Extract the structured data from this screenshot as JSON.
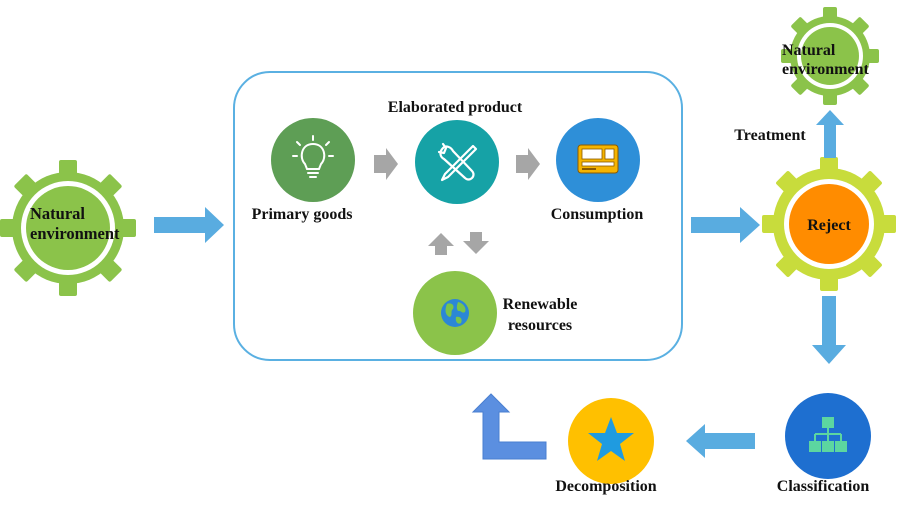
{
  "nodes": {
    "natural_env_left": {
      "label_lines": [
        "Natural",
        "environment"
      ]
    },
    "natural_env_top": {
      "label_lines": [
        "Natural",
        "environment"
      ]
    },
    "primary_goods": {
      "label": "Primary goods",
      "icon": "lightbulb-icon"
    },
    "elaborated_product": {
      "label": "Elaborated product",
      "icon": "tools-icon"
    },
    "consumption": {
      "label": "Consumption",
      "icon": "monitor-icon"
    },
    "renewable_resources": {
      "label_lines": [
        "Renewable",
        "resources"
      ],
      "icon": "globe-icon"
    },
    "reject": {
      "label": "Reject"
    },
    "treatment": {
      "label": "Treatment"
    },
    "classification": {
      "label": "Classification",
      "icon": "hierarchy-icon"
    },
    "decomposition": {
      "label": "Decomposition",
      "icon": "star-icon"
    }
  },
  "colors": {
    "gear_green": "#8BC34A",
    "gear_yellow_green": "#C8DC3C",
    "primary_green": "#5E9E55",
    "teal": "#16A2A6",
    "blue": "#2E8FD8",
    "globe_green": "#8BC34A",
    "reject_orange": "#FF8C00",
    "classification_blue": "#1E6FD0",
    "decomposition_yellow": "#FFC000",
    "arrow_blue": "#59ACE0",
    "arrow_gray": "#A6A6A6",
    "panel_border": "#5AB0E2"
  }
}
